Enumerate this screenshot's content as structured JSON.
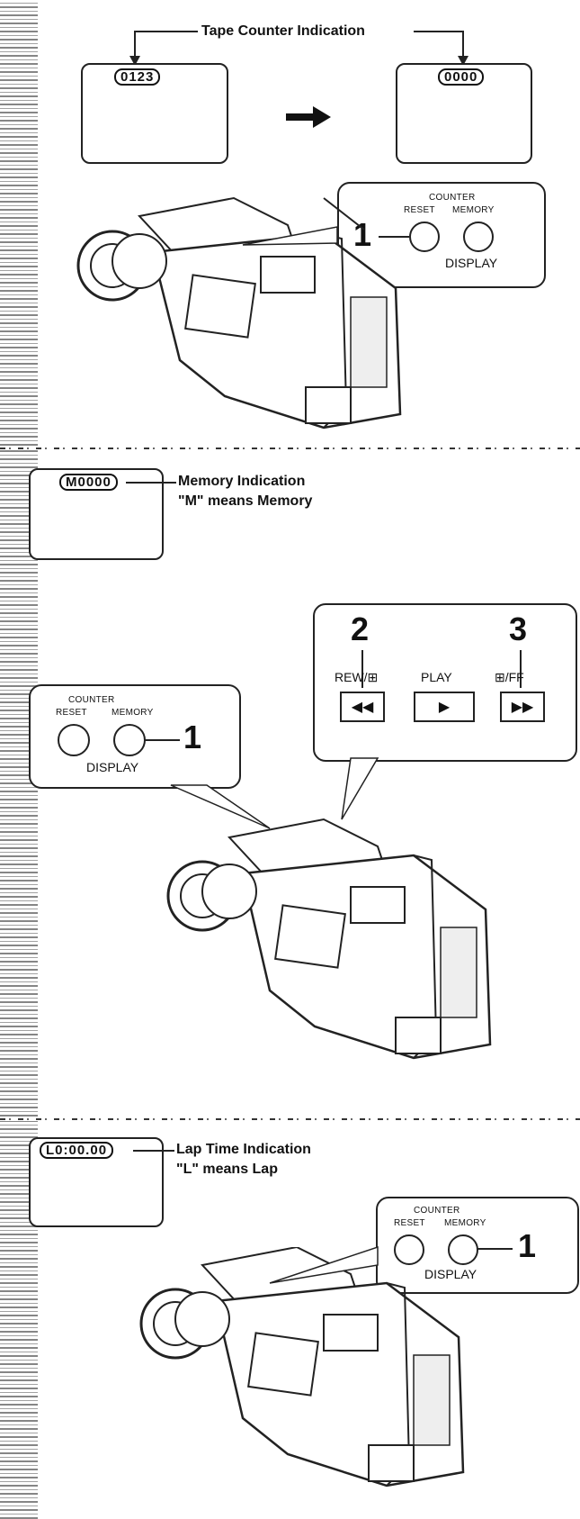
{
  "section1": {
    "caption": "Tape Counter Indication",
    "lcd_before": "0123",
    "lcd_after": "0000",
    "callout": {
      "top": "COUNTER",
      "left": "RESET",
      "right": "MEMORY",
      "bottom": "DISPLAY",
      "step": "1"
    }
  },
  "section2": {
    "lcd": "M0000",
    "caption_line1": "Memory Indication",
    "caption_line2": "\"M\" means Memory",
    "left_callout": {
      "top": "COUNTER",
      "left": "RESET",
      "right": "MEMORY",
      "bottom": "DISPLAY",
      "step": "1"
    },
    "right_callout": {
      "step_left": "2",
      "step_right": "3",
      "rew": "REW/⊞",
      "play": "PLAY",
      "ff": "⊞/FF"
    }
  },
  "section3": {
    "lcd": "L0:00.00",
    "caption_line1": "Lap Time Indication",
    "caption_line2": "\"L\" means Lap",
    "callout": {
      "top": "COUNTER",
      "left": "RESET",
      "right": "MEMORY",
      "bottom": "DISPLAY",
      "step": "1"
    }
  },
  "icons": {
    "arrow": "right-arrow-icon",
    "rewind": "rewind-icon",
    "play": "play-icon",
    "fastforward": "fast-forward-icon"
  }
}
